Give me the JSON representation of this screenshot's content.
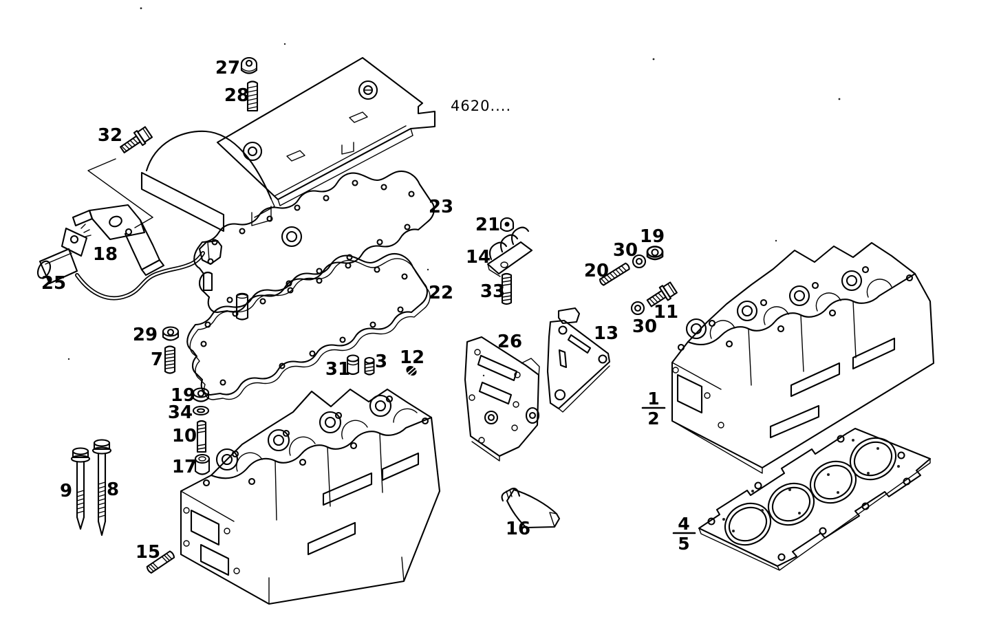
{
  "reference_code": "4620....",
  "colors": {
    "ink": "#000000",
    "paper": "#ffffff"
  },
  "callouts": {
    "c27": "27",
    "c28": "28",
    "c32": "32",
    "c18": "18",
    "c25": "25",
    "c23": "23",
    "c22": "22",
    "c29": "29",
    "c7": "7",
    "c19a": "19",
    "c34": "34",
    "c10": "10",
    "c17": "17",
    "c9": "9",
    "c8": "8",
    "c15": "15",
    "c31": "31",
    "c3": "3",
    "c12": "12",
    "c21": "21",
    "c14": "14",
    "c33": "33",
    "c20": "20",
    "c30a": "30",
    "c19b": "19",
    "c30b": "30",
    "c11": "11",
    "c26": "26",
    "c13": "13",
    "c16": "16"
  },
  "fractions": {
    "head": {
      "numerator": "1",
      "denominator": "2"
    },
    "gasket": {
      "numerator": "4",
      "denominator": "5"
    }
  }
}
